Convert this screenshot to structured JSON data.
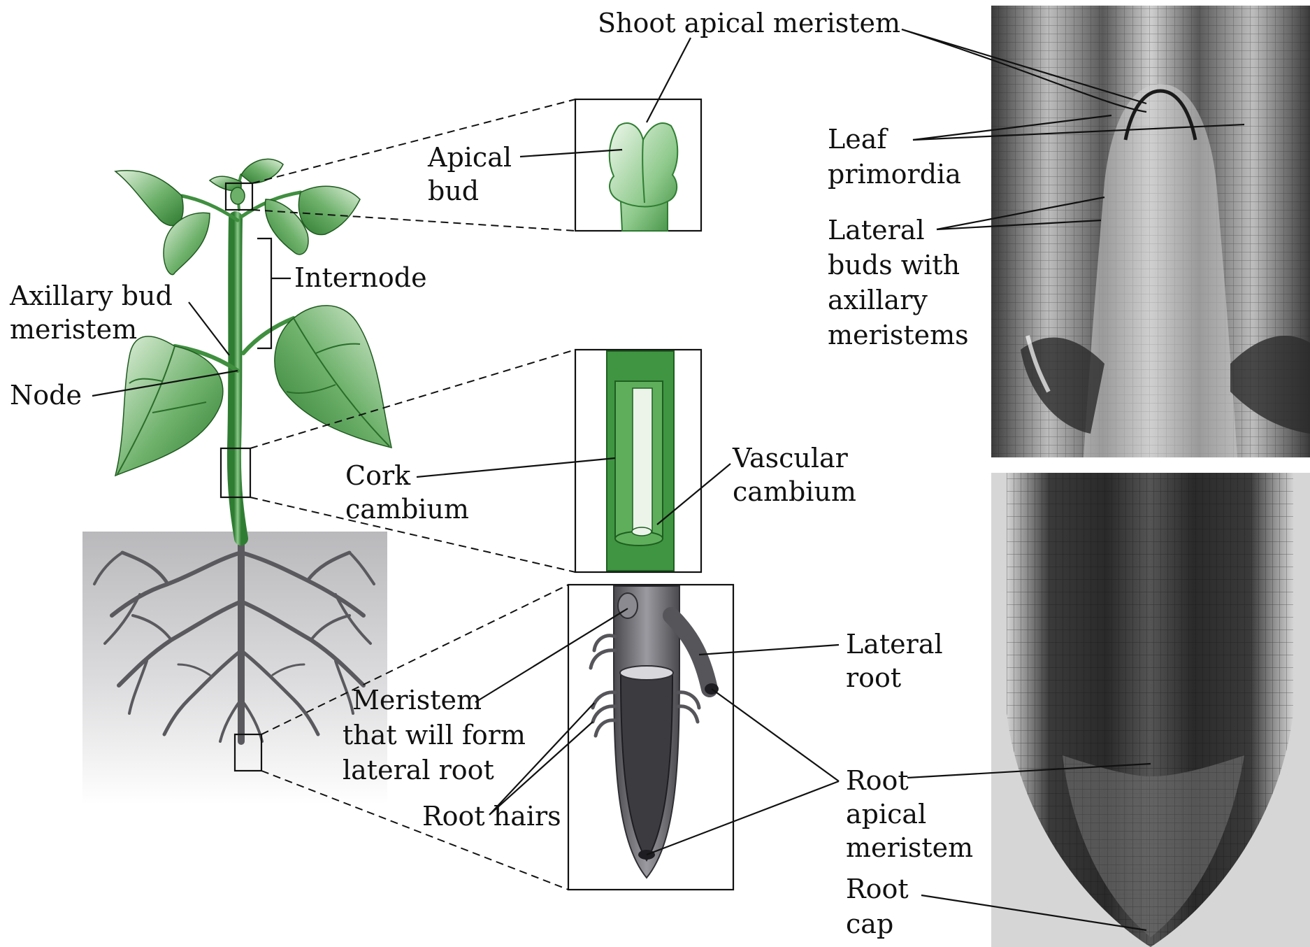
{
  "labels": {
    "shoot_apical_meristem": "Shoot apical meristem",
    "apical_bud": [
      "Apical",
      "bud"
    ],
    "internode": "Internode",
    "axillary_bud_meristem": [
      "Axillary bud",
      "meristem"
    ],
    "node": "Node",
    "cork_cambium": [
      "Cork",
      "cambium"
    ],
    "vascular_cambium": [
      "Vascular",
      "cambium"
    ],
    "leaf_primordia": [
      "Leaf",
      "primordia"
    ],
    "lateral_buds": [
      "Lateral",
      "buds with",
      "axillary",
      "meristems"
    ],
    "lateral_root": [
      "Lateral",
      "root"
    ],
    "meristem_lateral_root": [
      "Meristem",
      "that will form",
      "lateral root"
    ],
    "root_hairs": "Root hairs",
    "root_apical_meristem": [
      "Root",
      "apical",
      "meristem"
    ],
    "root_cap": [
      "Root",
      "cap"
    ]
  },
  "colors": {
    "plant_green": "#3f8f3f",
    "leaf_light": "#cfe8c9",
    "leaf_dark": "#2f7d32",
    "root_gray": "#5a5a5e",
    "soil_gray": "#c9c9cb",
    "micrograph_dark": "#2b2b2b",
    "micrograph_light": "#d9d9d9"
  }
}
